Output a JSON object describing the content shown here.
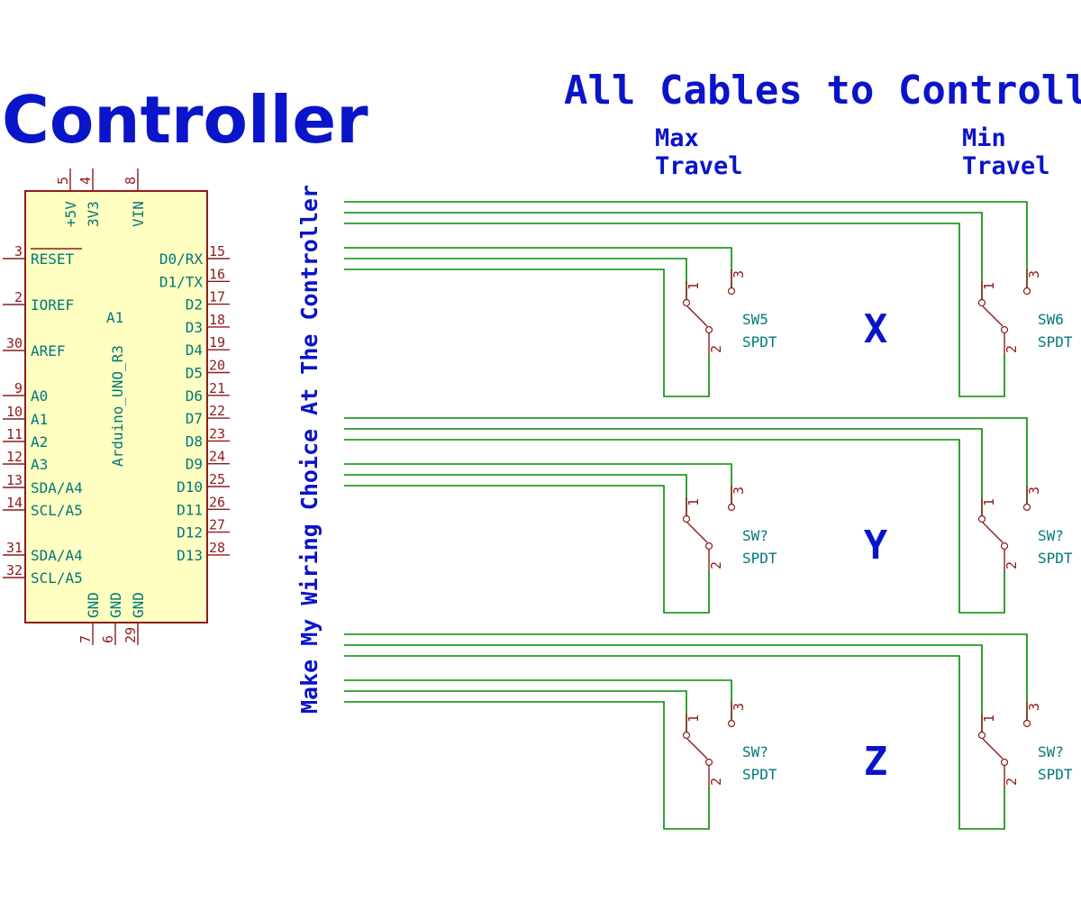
{
  "title_left": "Controller",
  "title_right": "All Cables to Controller",
  "vertical_note": "Make My Wiring Choice At The Controller",
  "col_max": [
    "Max",
    "Travel"
  ],
  "col_min": [
    "Min",
    "Travel"
  ],
  "arduino": {
    "name": "Arduino_UNO_R3",
    "ref": "A1",
    "top_pins": [
      {
        "num": "5",
        "label": "+5V"
      },
      {
        "num": "4",
        "label": "3V3"
      },
      {
        "num": "8",
        "label": "VIN"
      }
    ],
    "left_pins": [
      {
        "num": "3",
        "label": "RESET"
      },
      {
        "num": "2",
        "label": "IOREF"
      },
      {
        "num": "30",
        "label": "AREF"
      },
      {
        "num": "9",
        "label": "A0"
      },
      {
        "num": "10",
        "label": "A1"
      },
      {
        "num": "11",
        "label": "A2"
      },
      {
        "num": "12",
        "label": "A3"
      },
      {
        "num": "13",
        "label": "SDA/A4"
      },
      {
        "num": "14",
        "label": "SCL/A5"
      },
      {
        "num": "31",
        "label": "SDA/A4"
      },
      {
        "num": "32",
        "label": "SCL/A5"
      }
    ],
    "right_pins": [
      {
        "num": "15",
        "label": "D0/RX"
      },
      {
        "num": "16",
        "label": "D1/TX"
      },
      {
        "num": "17",
        "label": "D2"
      },
      {
        "num": "18",
        "label": "D3"
      },
      {
        "num": "19",
        "label": "D4"
      },
      {
        "num": "20",
        "label": "D5"
      },
      {
        "num": "21",
        "label": "D6"
      },
      {
        "num": "22",
        "label": "D7"
      },
      {
        "num": "23",
        "label": "D8"
      },
      {
        "num": "24",
        "label": "D9"
      },
      {
        "num": "25",
        "label": "D10"
      },
      {
        "num": "26",
        "label": "D11"
      },
      {
        "num": "27",
        "label": "D12"
      },
      {
        "num": "28",
        "label": "D13"
      }
    ],
    "bottom_pins": [
      {
        "num": "7",
        "label": "GND"
      },
      {
        "num": "6",
        "label": "GND"
      },
      {
        "num": "29",
        "label": "GND"
      }
    ]
  },
  "axes": [
    {
      "label": "X",
      "switches": [
        {
          "ref": "SW5",
          "value": "SPDT"
        },
        {
          "ref": "SW6",
          "value": "SPDT"
        }
      ]
    },
    {
      "label": "Y",
      "switches": [
        {
          "ref": "SW?",
          "value": "SPDT"
        },
        {
          "ref": "SW?",
          "value": "SPDT"
        }
      ]
    },
    {
      "label": "Z",
      "switches": [
        {
          "ref": "SW?",
          "value": "SPDT"
        },
        {
          "ref": "SW?",
          "value": "SPDT"
        }
      ]
    }
  ],
  "switch_pins": [
    "1",
    "2",
    "3"
  ]
}
